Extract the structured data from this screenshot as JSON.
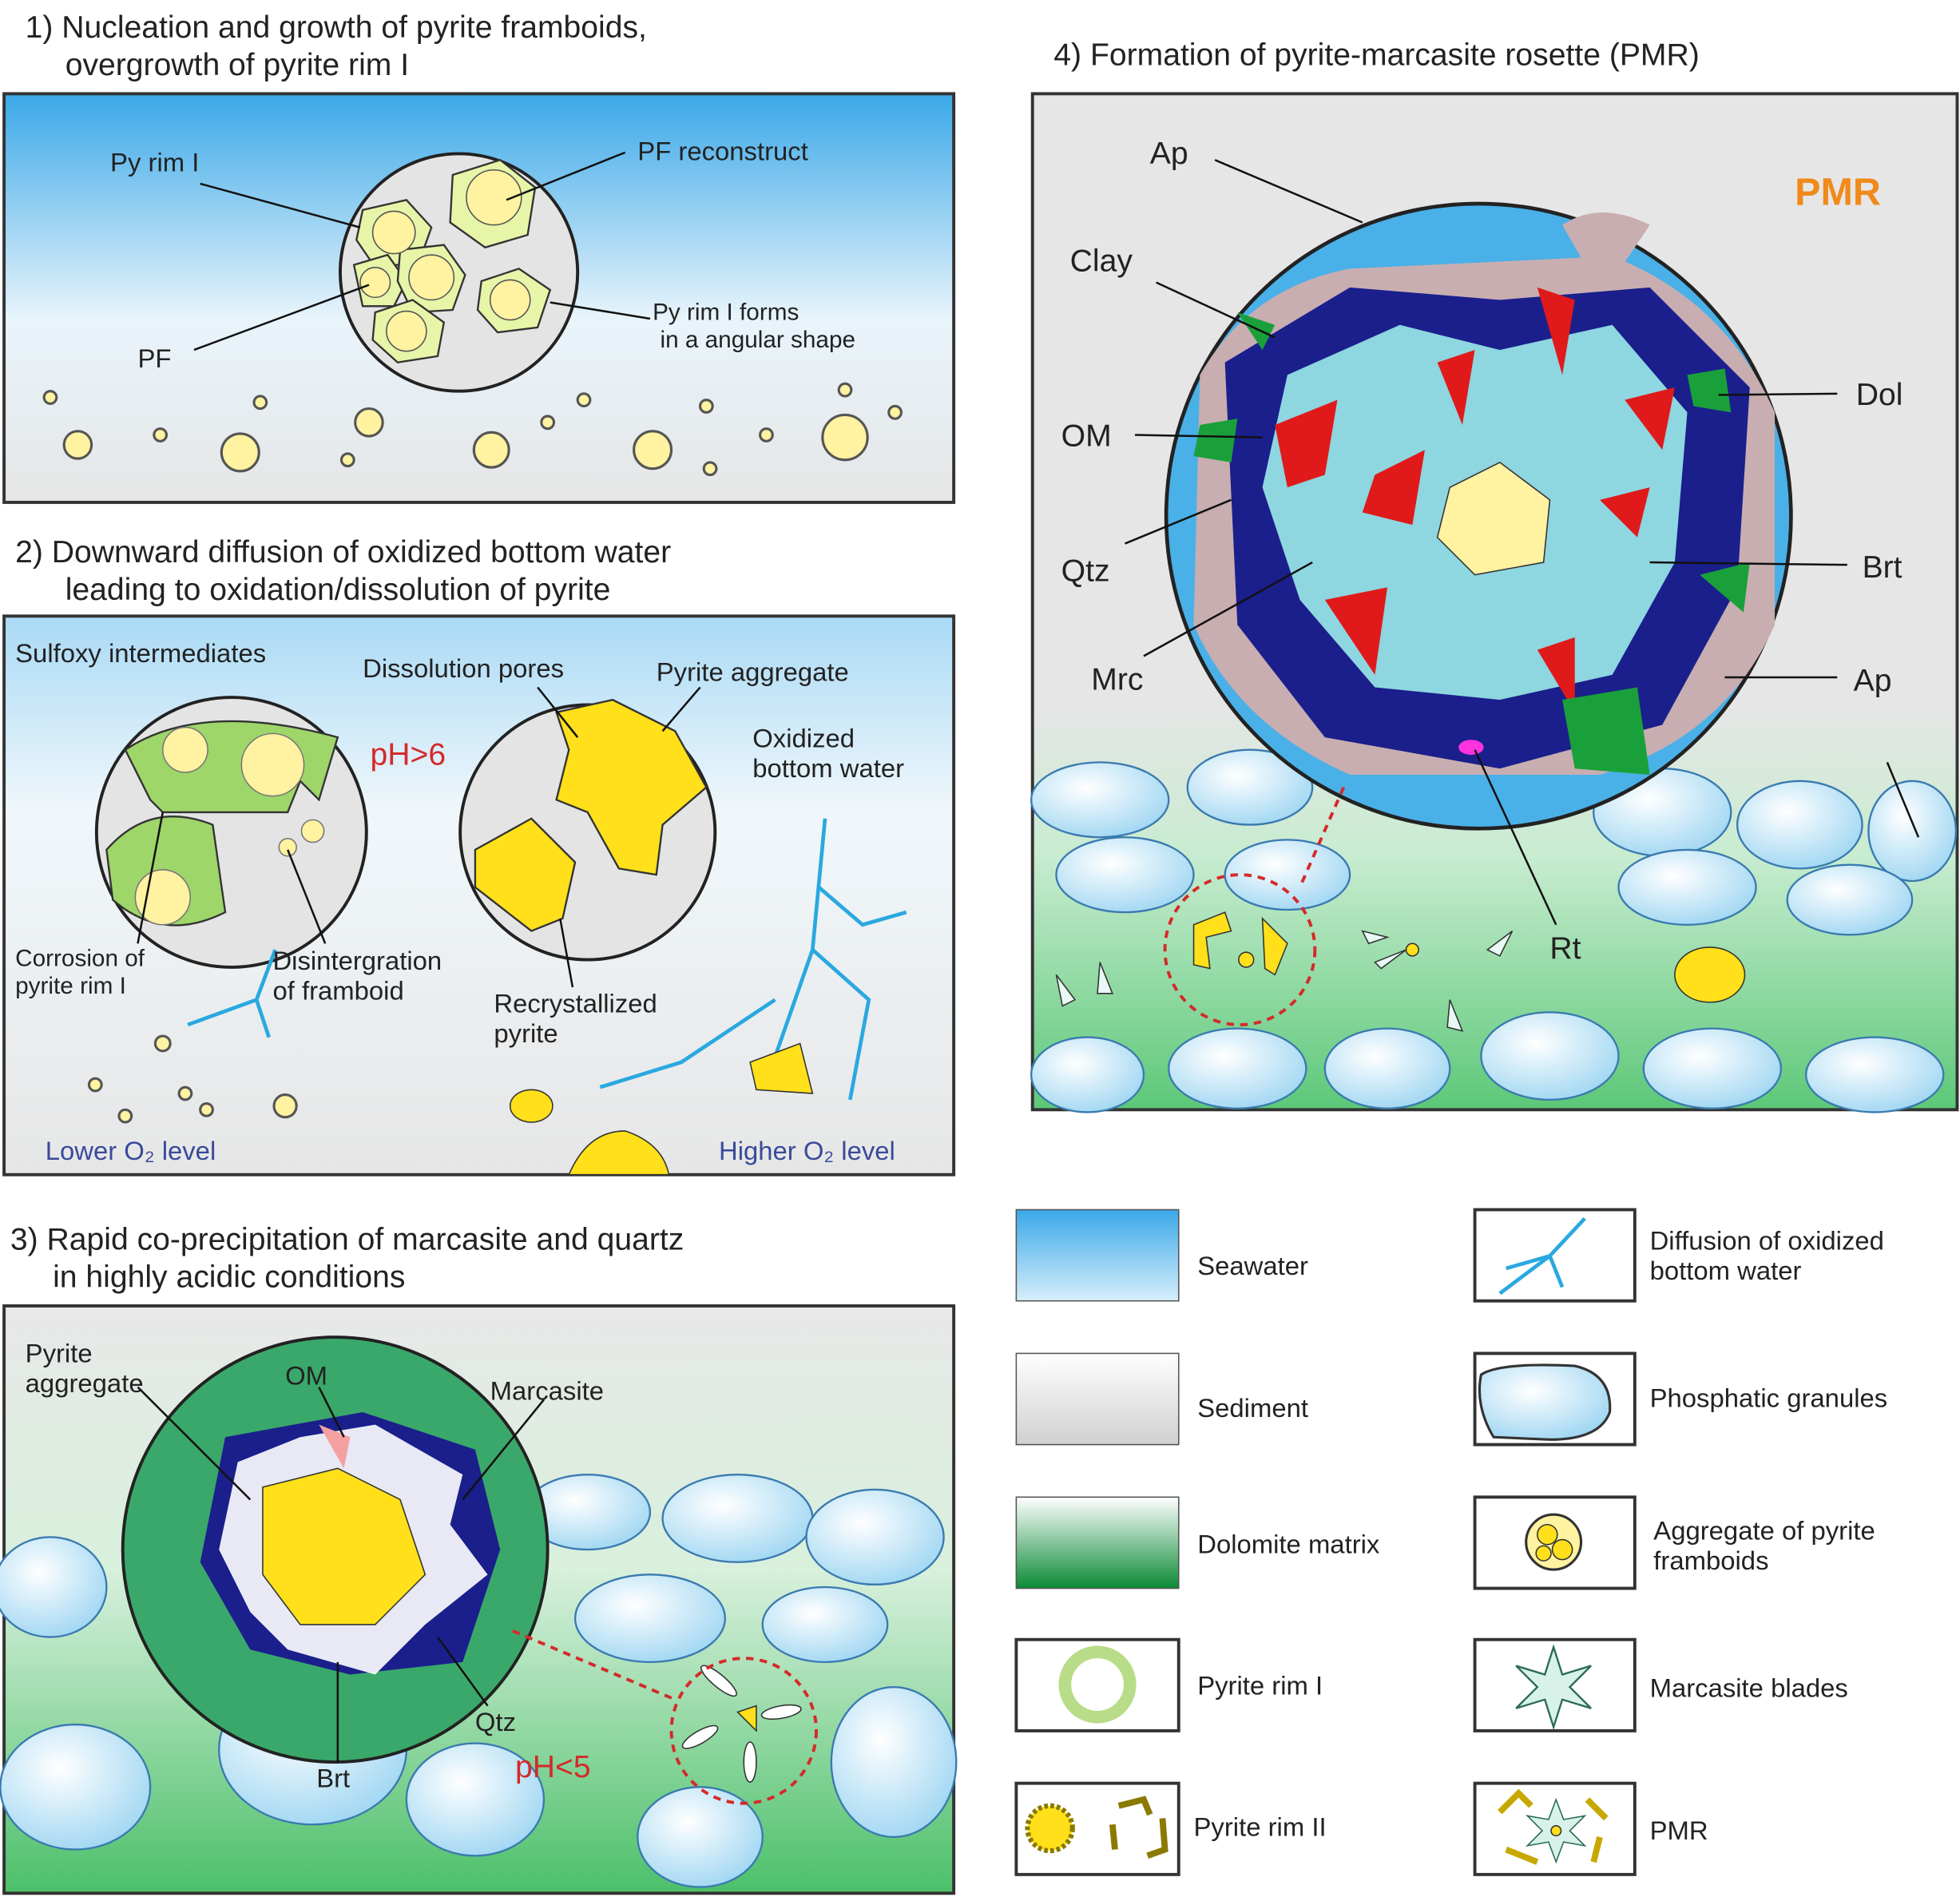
{
  "panel1": {
    "title_line1": "1) Nucleation and growth of pyrite framboids,",
    "title_line2": "overgrowth of pyrite rim I",
    "labels": {
      "py_rim": "Py rim I",
      "pf_reconstruct": "PF reconstruct",
      "pf": "PF",
      "angular_1": "Py rim I forms",
      "angular_2": "in a angular shape"
    }
  },
  "panel2": {
    "title_line1": "2) Downward diffusion of oxidized bottom water",
    "title_line2": "leading to oxidation/dissolution of pyrite",
    "labels": {
      "sulfoxy": "Sulfoxy intermediates",
      "dissolution": "Dissolution pores",
      "aggregate": "Pyrite aggregate",
      "ph": "pH>6",
      "oxidized_1": "Oxidized",
      "oxidized_2": "bottom water",
      "corrosion_1": "Corrosion of",
      "corrosion_2": "pyrite rim I",
      "disint_1": "Disintergration",
      "disint_2": "of framboid",
      "recryst_1": "Recrystallized",
      "recryst_2": "pyrite",
      "lower_o2": "Lower O₂ level",
      "higher_o2": "Higher O₂ level"
    }
  },
  "panel3": {
    "title_line1": "3) Rapid co-precipitation of marcasite and quartz",
    "title_line2": "in highly acidic conditions",
    "labels": {
      "pyrite_1": "Pyrite",
      "pyrite_2": "aggregate",
      "om": "OM",
      "marcasite": "Marcasite",
      "qtz": "Qtz",
      "brt": "Brt",
      "ph": "pH<5"
    }
  },
  "panel4": {
    "title": "4) Formation of pyrite-marcasite rosette (PMR)",
    "labels": {
      "ap_top": "Ap",
      "pmr": "PMR",
      "clay": "Clay",
      "dol": "Dol",
      "om": "OM",
      "qtz": "Qtz",
      "brt": "Brt",
      "mrc": "Mrc",
      "ap_right": "Ap",
      "rt": "Rt"
    }
  },
  "legend": {
    "items": [
      {
        "label": "Seawater"
      },
      {
        "label": "Sediment"
      },
      {
        "label": "Dolomite matrix"
      },
      {
        "label": "Pyrite rim I"
      },
      {
        "label": "Pyrite rim II"
      },
      {
        "label_1": "Diffusion of oxidized",
        "label_2": "bottom water"
      },
      {
        "label": "Phosphatic  granules"
      },
      {
        "label_1": "Aggregate of pyrite",
        "label_2": "framboids"
      },
      {
        "label": "Marcasite blades"
      },
      {
        "label": "PMR"
      }
    ]
  },
  "colors": {
    "pyrite": "#ffe01a",
    "marcasite": "#1a1f8c",
    "om": "#e01a1a",
    "dolomite": "#1aa03a",
    "seawater": "#4ab0e8",
    "pmr_label": "#f08a1a",
    "ph": "#d42a2a",
    "o2": "#3a4a9a"
  }
}
